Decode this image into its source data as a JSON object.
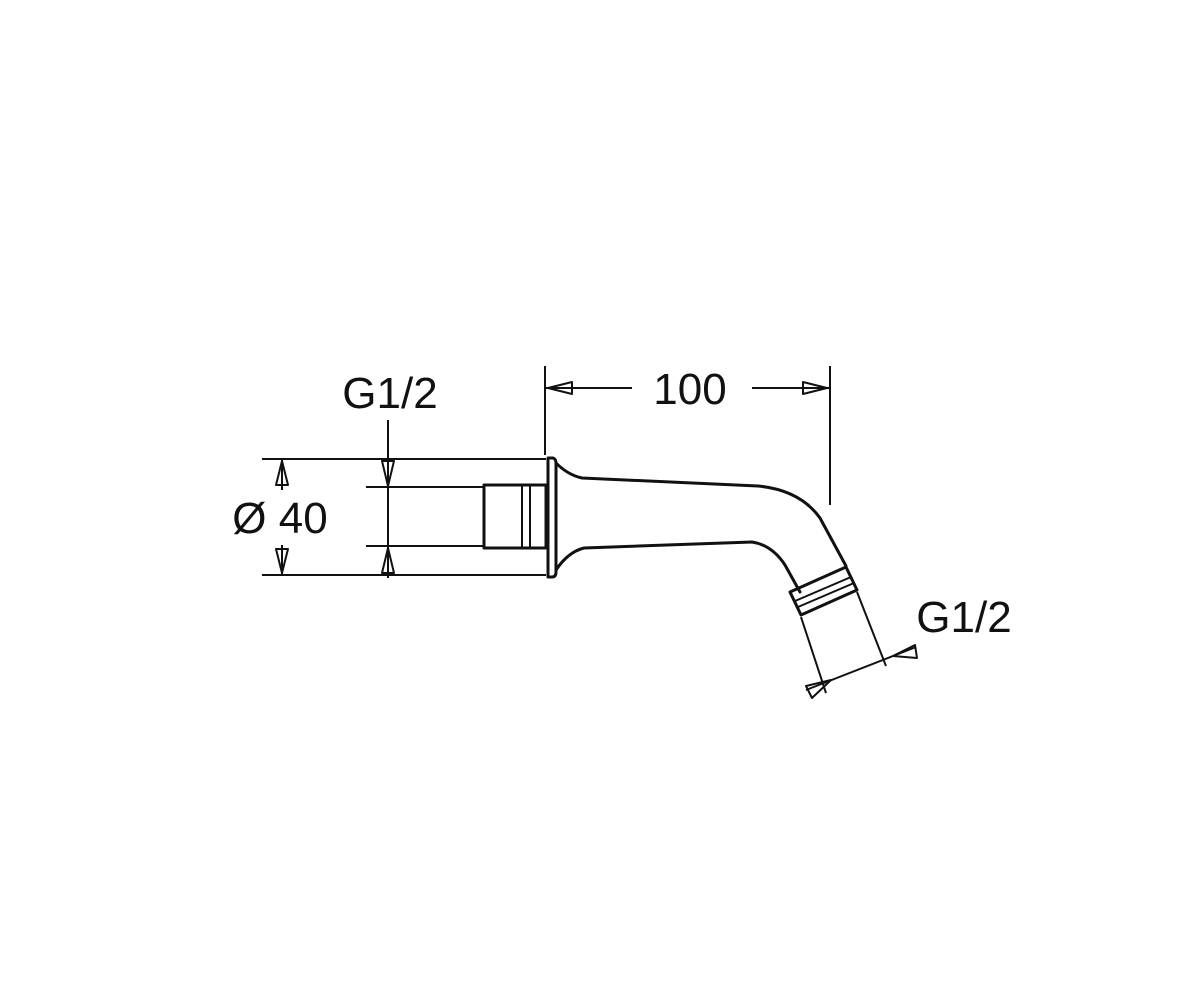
{
  "dimensions": {
    "thread_left_label": "G1/2",
    "length_label": "100",
    "diameter_label": "Ø 40",
    "thread_outlet_label": "G1/2"
  },
  "colors": {
    "background": "#ffffff",
    "ink": "#111111"
  }
}
